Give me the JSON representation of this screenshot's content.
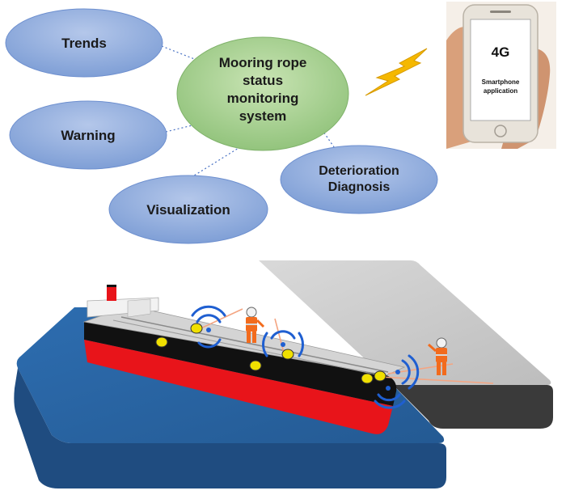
{
  "bubbles": {
    "center": {
      "lines": [
        "Mooring rope",
        "status",
        "monitoring",
        "system"
      ]
    },
    "trends": {
      "label": "Trends"
    },
    "warning": {
      "label": "Warning"
    },
    "visualization": {
      "label": "Visualization"
    },
    "diagnosis": {
      "lines": [
        "Deterioration",
        "Diagnosis"
      ]
    }
  },
  "phone": {
    "network": "4G",
    "app_lines": [
      "Smartphone",
      "application"
    ]
  },
  "colors": {
    "center_fill": "#a9d18e",
    "bubble_fill": "#8faadc",
    "sea": "#2e6aa6",
    "pier": "#c8c8c8",
    "hull_red": "#e8141a",
    "hull_black": "#111111",
    "lightning": "#f5b800",
    "wifi": "#1f5fd1",
    "winch": "#f0e000"
  }
}
